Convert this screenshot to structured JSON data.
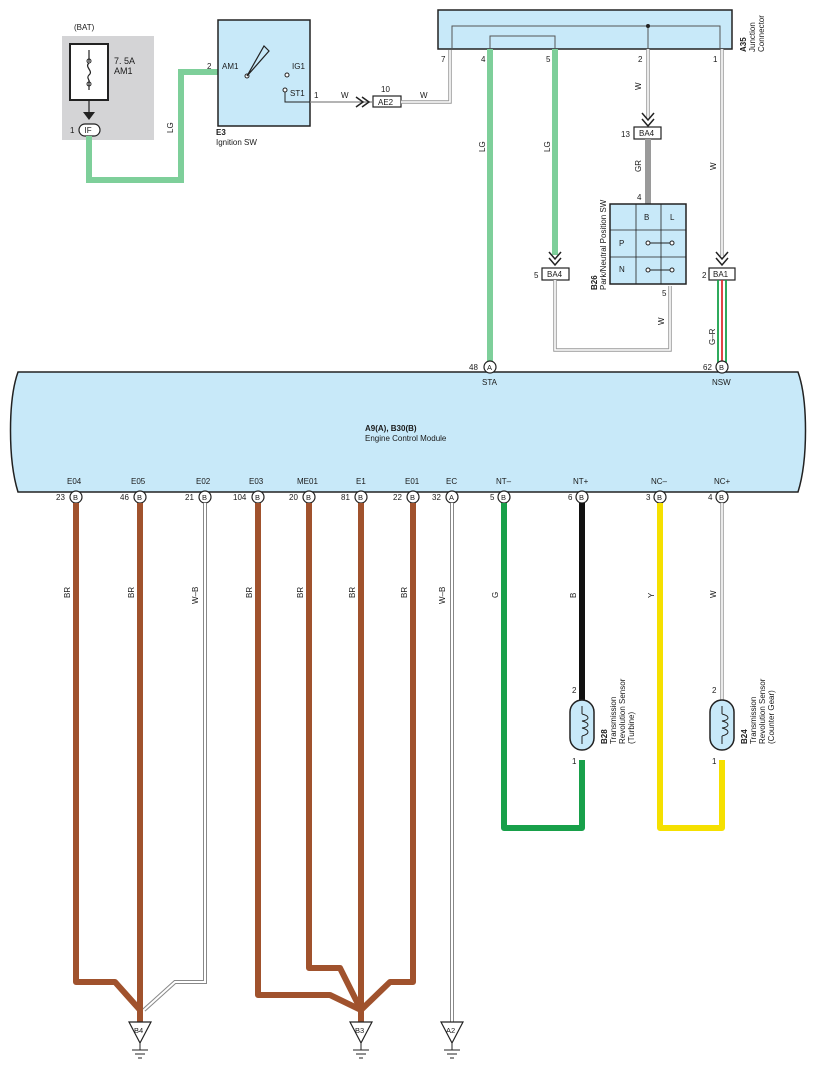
{
  "battery": {
    "label": "(BAT)",
    "fuse_amp": "7. 5A",
    "fuse_name": "AM1",
    "pin": "1",
    "connector": "IF"
  },
  "ignition": {
    "code": "E3",
    "name": "Ignition SW",
    "pin_am1": "2",
    "label_am1": "AM1",
    "label_ig1": "IG1",
    "label_st1": "ST1",
    "pin_st1": "1"
  },
  "junction": {
    "code": "A35",
    "name_line1": "Junction",
    "name_line2": "Connector",
    "pins": [
      "7",
      "4",
      "5",
      "2",
      "1"
    ]
  },
  "ae2": {
    "pin": "10",
    "label": "AE2"
  },
  "ba4_top": {
    "pin": "13",
    "label": "BA4"
  },
  "ba4_left": {
    "pin": "5",
    "label": "BA4"
  },
  "ba1": {
    "pin": "2",
    "label": "BA1"
  },
  "pnp": {
    "code": "B26",
    "name": "Park/Neutral Position SW",
    "pin_top": "4",
    "pin_bottom": "5",
    "col_b": "B",
    "col_l": "L",
    "row_p": "P",
    "row_n": "N"
  },
  "wire_colors": {
    "lg": "LG",
    "w": "W",
    "gr": "GR",
    "gr_wire": "G–R",
    "br": "BR",
    "wb": "W–B",
    "g": "G",
    "b": "B",
    "y": "Y"
  },
  "ecm": {
    "title": "A9(A), B30(B)",
    "name": "Engine Control Module",
    "top_pins": [
      {
        "num": "48",
        "conn": "A",
        "label": "STA"
      },
      {
        "num": "62",
        "conn": "B",
        "label": "NSW"
      }
    ],
    "bottom_pins": [
      {
        "num": "23",
        "conn": "B",
        "label": "E04"
      },
      {
        "num": "46",
        "conn": "B",
        "label": "E05"
      },
      {
        "num": "21",
        "conn": "B",
        "label": "E02"
      },
      {
        "num": "104",
        "conn": "B",
        "label": "E03"
      },
      {
        "num": "20",
        "conn": "B",
        "label": "ME01"
      },
      {
        "num": "81",
        "conn": "B",
        "label": "E1"
      },
      {
        "num": "22",
        "conn": "B",
        "label": "E01"
      },
      {
        "num": "32",
        "conn": "A",
        "label": "EC"
      },
      {
        "num": "5",
        "conn": "B",
        "label": "NT–"
      },
      {
        "num": "6",
        "conn": "B",
        "label": "NT+"
      },
      {
        "num": "3",
        "conn": "B",
        "label": "NC–"
      },
      {
        "num": "4",
        "conn": "B",
        "label": "NC+"
      }
    ]
  },
  "sensor_turbine": {
    "code": "B28",
    "line1": "Transmission",
    "line2": "Revolution Sensor",
    "line3": "(Turbine)",
    "pin_top": "2",
    "pin_bottom": "1"
  },
  "sensor_counter": {
    "code": "B24",
    "line1": "Transmission",
    "line2": "Revolution Sensor",
    "line3": "(Counter Gear)",
    "pin_top": "2",
    "pin_bottom": "1"
  },
  "grounds": [
    "B4",
    "B3",
    "A2"
  ],
  "colors": {
    "lg": "#7ecf9a",
    "br": "#a0522d",
    "g": "#18a04a",
    "b": "#111111",
    "y": "#f5e000",
    "gr": "#9a9a9a",
    "ecm_fill": "#c8e9f9",
    "box_fill": "#c8e9f9",
    "fuse_bg": "#d4d4d6"
  }
}
